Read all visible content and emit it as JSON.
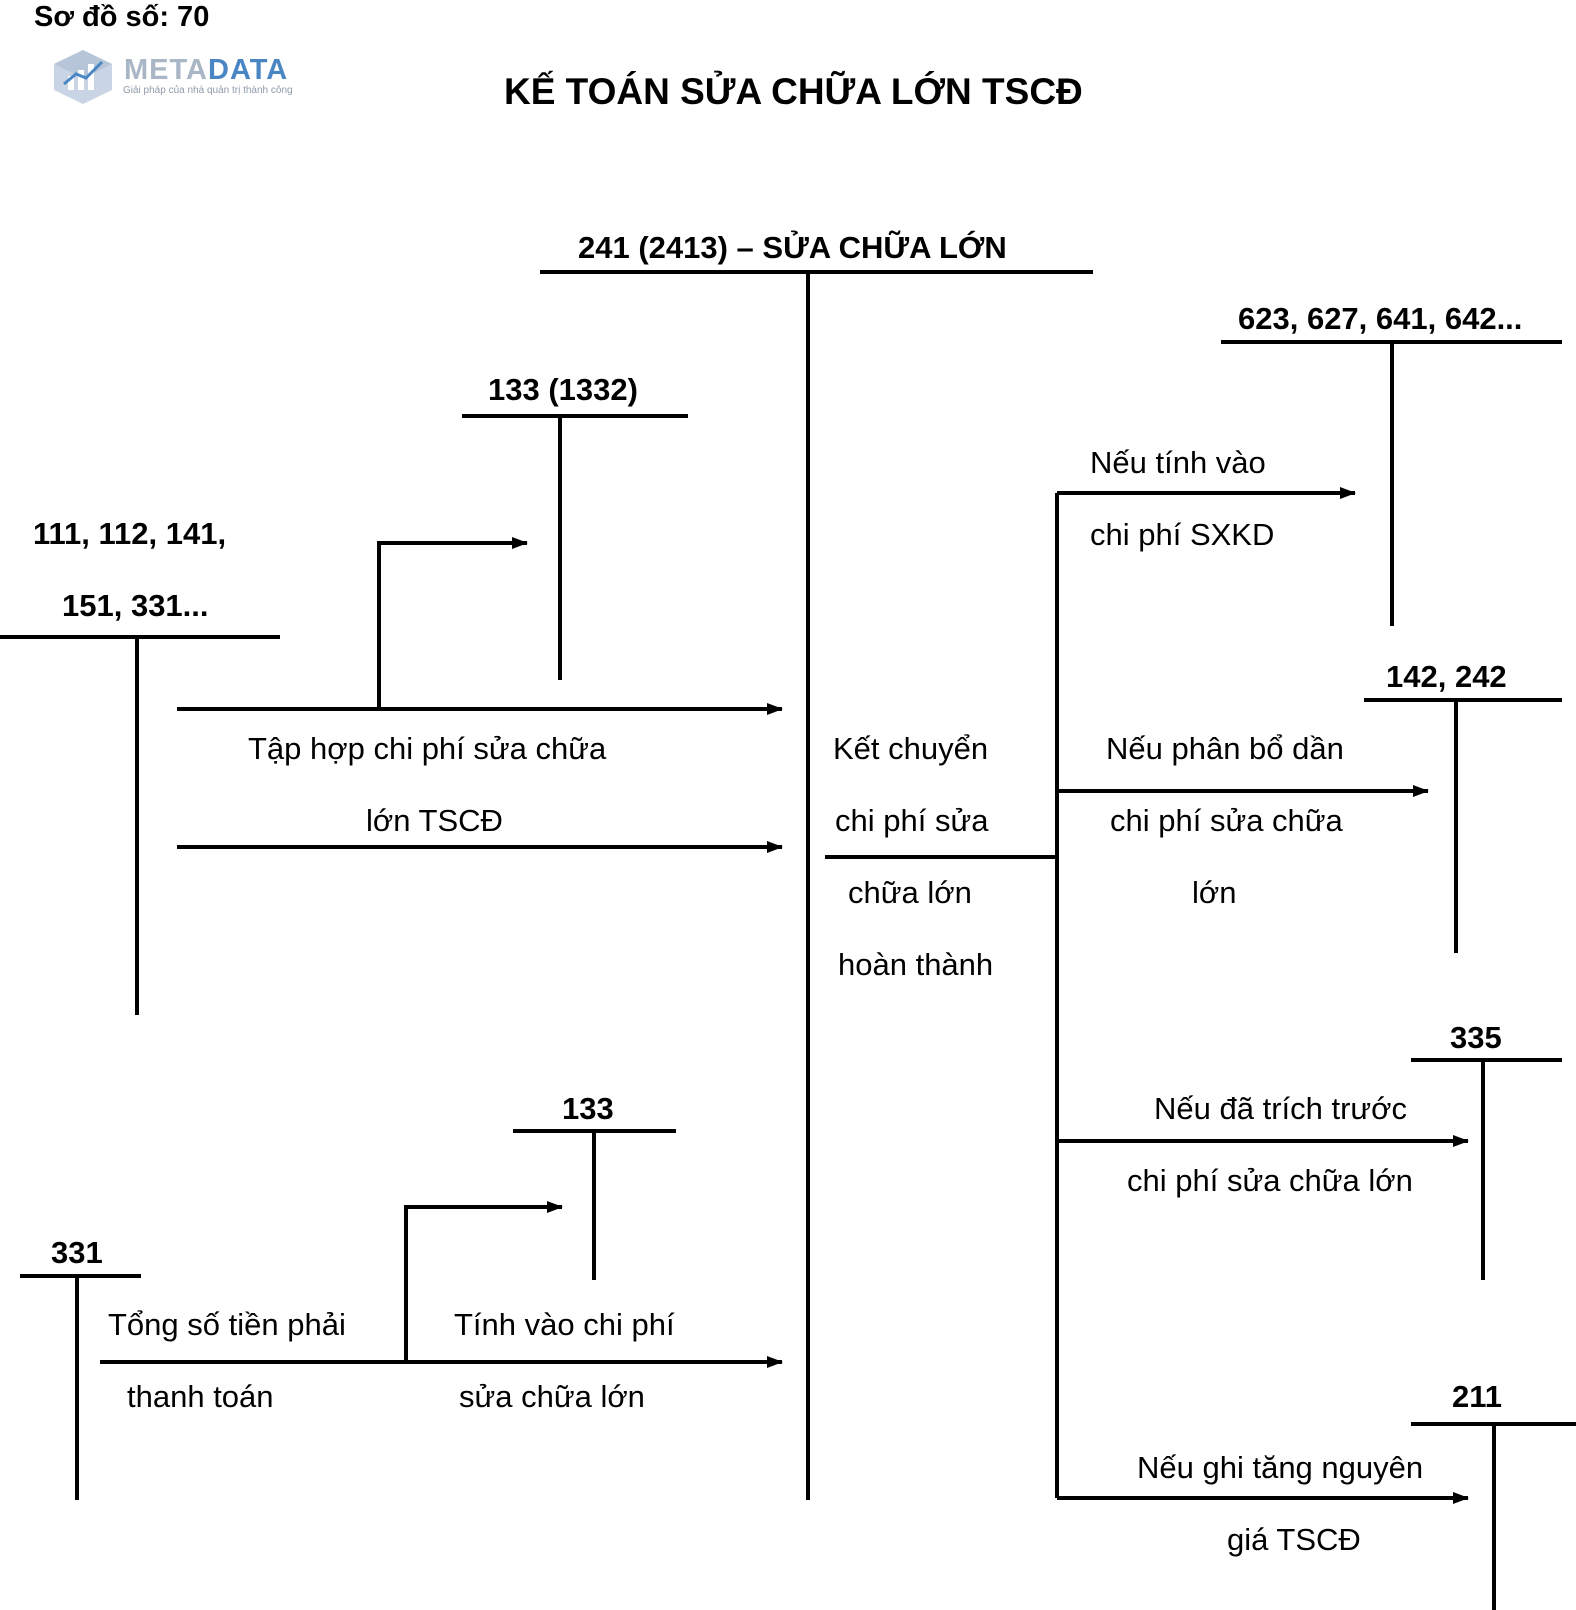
{
  "header": {
    "diagram_number": "Sơ đồ số: 70",
    "title": "KẾ TOÁN SỬA CHỮA LỚN TSCĐ"
  },
  "logo": {
    "name_part1": "META",
    "name_part2": "DATA",
    "tagline": "Giải pháp của nhà quản trị thành công"
  },
  "accounts": {
    "main": "241 (2413) – SỬA CHỮA LỚN",
    "vat_1332": "133 (1332)",
    "cash_line1": "111, 112, 141,",
    "cash_line2": "151, 331...",
    "vat_133": "133",
    "payable_331": "331",
    "expense": "623, 627, 641, 642...",
    "prepaid": "142, 242",
    "accrued_335": "335",
    "fixed_asset_211": "211"
  },
  "labels": {
    "collect_line1": "Tập hợp chi phí sửa chữa",
    "collect_line2": "lớn TSCĐ",
    "transfer_line1": "Kết chuyển",
    "transfer_line2": "chi phí sửa",
    "transfer_line3": "chữa lớn",
    "transfer_line4": "hoàn thành",
    "expense_line1": "Nếu tính vào",
    "expense_line2": "chi phí SXKD",
    "allocate_line1": "Nếu phân bổ dần",
    "allocate_line2": "chi phí sửa chữa",
    "allocate_line3": "lớn",
    "accrued_line1": "Nếu đã trích trước",
    "accrued_line2": "chi phí sửa chữa lớn",
    "increase_line1": "Nếu ghi tăng nguyên",
    "increase_line2": "giá TSCĐ",
    "total_line1": "Tổng số tiền phải",
    "total_line2": "thanh toán",
    "charge_line1": "Tính vào chi phí",
    "charge_line2": "sửa chữa lớn"
  }
}
